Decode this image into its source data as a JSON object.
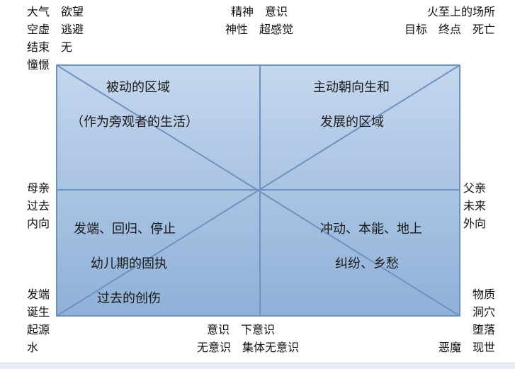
{
  "corners": {
    "top_left": [
      "大气　欲望",
      "空虚　逃避",
      "结束　无",
      "憧憬"
    ],
    "top_center": [
      "精神　意识",
      "神性　超感觉"
    ],
    "top_right": [
      "火至上的场所",
      "目标　终点　死亡"
    ],
    "mid_left": [
      "母亲",
      "过去",
      "内向"
    ],
    "mid_right": [
      "父亲",
      "未来",
      "外向"
    ],
    "bottom_left": [
      "发端",
      "诞生",
      "起源",
      "水"
    ],
    "bottom_center": [
      "意识　下意识",
      "无意识　集体无意识"
    ],
    "bottom_right": [
      "物质",
      "洞穴",
      "堕落",
      "恶魔　现世"
    ]
  },
  "quadrants": {
    "upper_left": [
      "被动的区域",
      "（作为旁观者的生活）"
    ],
    "upper_right": [
      "主动朝向生和",
      "发展的区域"
    ],
    "lower_left": [
      "发端、回归、停止",
      "幼儿期的固执",
      "过去的创伤"
    ],
    "lower_right": [
      "冲动、本能、地上",
      "纠纷、乡愁"
    ]
  },
  "colors": {
    "fill_top": "#c4d7ee",
    "fill_bottom": "#8fb0d8",
    "line": "#6e92c0"
  }
}
